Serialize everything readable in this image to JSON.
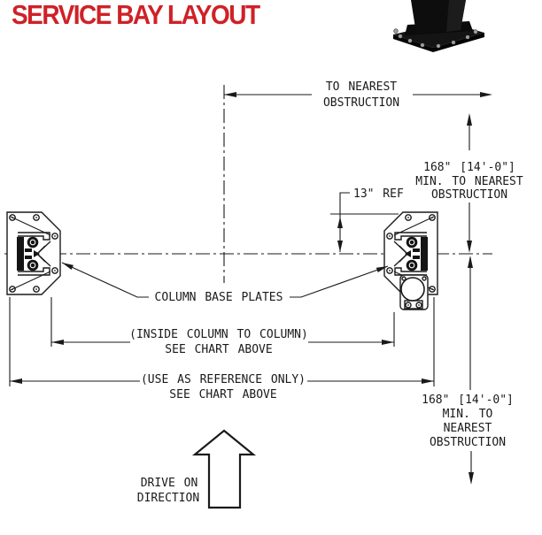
{
  "title": "SERVICE BAY LAYOUT",
  "colors": {
    "title_red": "#cf2127",
    "line_black": "#1a1a1a"
  },
  "top_dimension": {
    "line1": "TO NEAREST",
    "line2": "OBSTRUCTION"
  },
  "right_upper_dimension": {
    "line1": "168\" [14'-0\"]",
    "line2": "MIN. TO NEAREST",
    "line3": "OBSTRUCTION"
  },
  "ref_13": {
    "label": "13\" REF"
  },
  "base_plates": {
    "label": "COLUMN BASE PLATES"
  },
  "inside_dimension": {
    "line1": "(INSIDE COLUMN TO COLUMN)",
    "line2": "SEE CHART ABOVE"
  },
  "reference_dimension": {
    "line1": "(USE AS REFERENCE ONLY)",
    "line2": "SEE CHART ABOVE"
  },
  "right_lower_dimension": {
    "line1": "168\" [14'-0\"]",
    "line2": "MIN. TO",
    "line3": "NEAREST",
    "line4": "OBSTRUCTION"
  },
  "drive_direction": {
    "line1": "DRIVE ON",
    "line2": "DIRECTION"
  }
}
